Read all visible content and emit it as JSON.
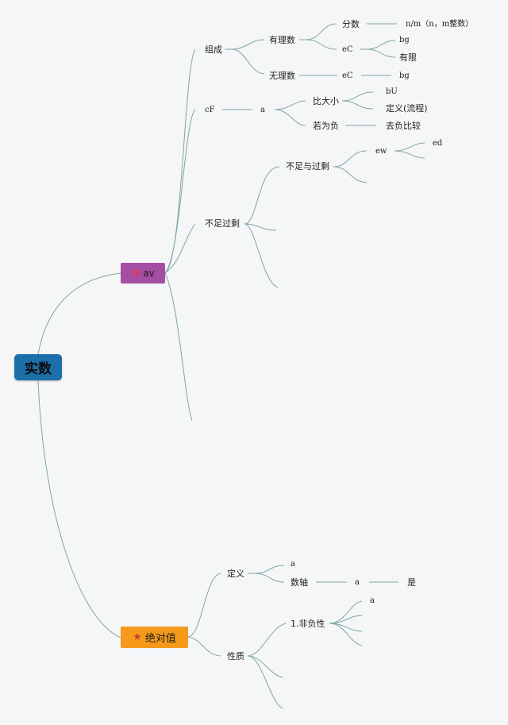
{
  "root": {
    "label": "实数"
  },
  "branch_av": {
    "icon": "flower-icon",
    "icon_glyph": "✿",
    "label": "av",
    "color": "#a64ea3",
    "zucheng": {
      "label": "组成",
      "youlishu": {
        "label": "有理数",
        "fenshu": {
          "label": "分数",
          "child": "n/m（n，m整数）"
        },
        "ec": {
          "label": "eC",
          "children": [
            "bg",
            "有限"
          ]
        }
      },
      "wulishu": {
        "label": "无理数",
        "ec": {
          "label": "eC",
          "child": "bg"
        }
      }
    },
    "cf": {
      "label": "cF",
      "a": {
        "label": "a",
        "bidaxiao": {
          "label": "比大小",
          "children": [
            "bU",
            "定义(流程)"
          ]
        },
        "ruoweifu": {
          "label": "若为负",
          "child": "去负比较"
        }
      }
    },
    "buzu": {
      "label": "不足过剩",
      "buzuyu": {
        "label": "不足与过剩",
        "ew": {
          "label": "ew",
          "child": "ed"
        }
      }
    }
  },
  "branch_abs": {
    "icon": "star-icon",
    "icon_glyph": "★",
    "label": "绝对值",
    "color": "#f59a1b",
    "dingyi": {
      "label": "定义",
      "child_a": "a",
      "shuzhou": {
        "label": "数轴",
        "a": {
          "label": "a",
          "child": "是"
        }
      }
    },
    "xingzhi": {
      "label": "性质",
      "feifuxing": {
        "label": "1.非负性",
        "child": "a"
      }
    }
  },
  "colors": {
    "root": "#1c6fa8",
    "line": "#7fa7a1",
    "background": "#f5f6f7"
  }
}
